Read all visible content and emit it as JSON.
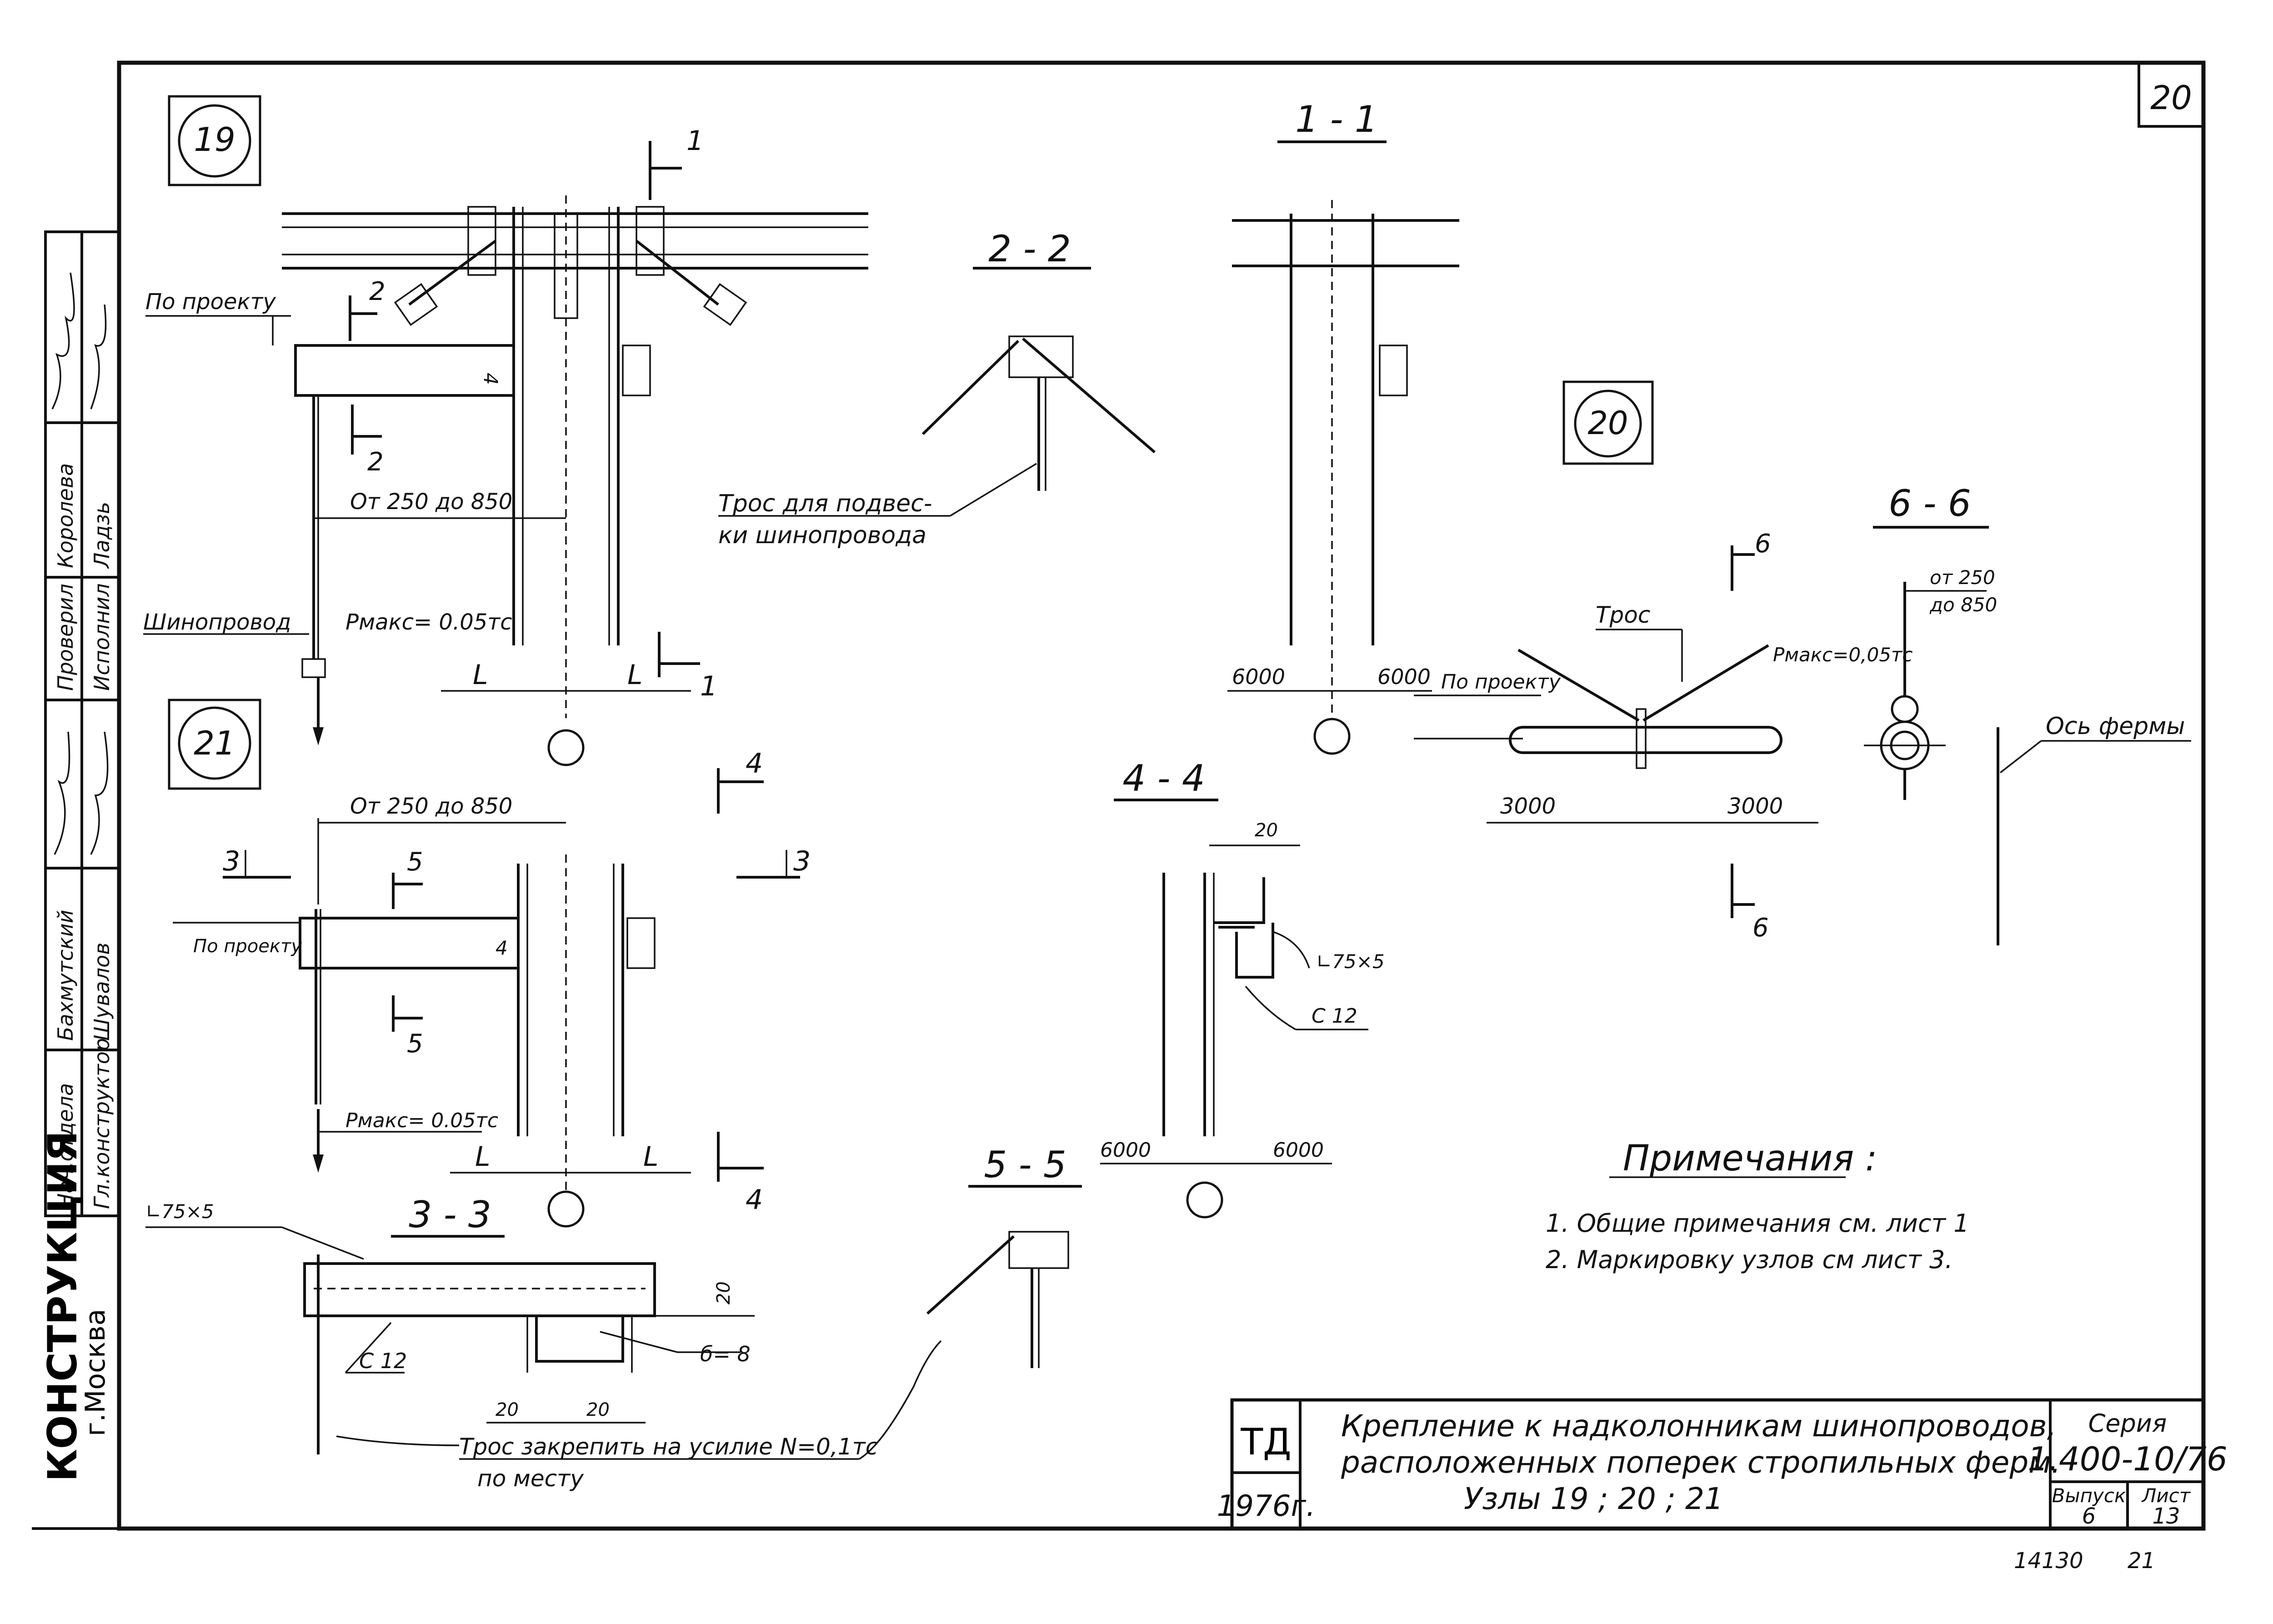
{
  "sheet": {
    "number": "20",
    "bottom_marks": [
      "14130",
      "21"
    ]
  },
  "side_stamp": {
    "org": "КОНСТРУКЦИЯ",
    "city": "г.Москва",
    "rows": [
      {
        "role": "Нач.отдела",
        "name": "Бахмутский"
      },
      {
        "role": "Гл.конструктор",
        "name": "Шувалов"
      },
      {
        "role": "Проверил",
        "name": "Королева"
      },
      {
        "role": "Исполнил",
        "name": "Ладзь"
      }
    ]
  },
  "nodes": {
    "n19": "19",
    "n20": "20",
    "n21": "21"
  },
  "sections": {
    "s1": "1 - 1",
    "s2": "2 - 2",
    "s3": "3 - 3",
    "s4": "4 - 4",
    "s5": "5 - 5",
    "s6": "6 - 6"
  },
  "cut_marks": {
    "c1": "1",
    "c2": "2",
    "c3": "3",
    "c4": "4",
    "c5": "5",
    "c6": "6"
  },
  "labels": {
    "po_proektu": "По проекту",
    "ot_250_do_850": "От 250 до 850",
    "shinoprovod": "Шинопровод",
    "p_max": "Pмакс= 0.05тс",
    "p_max_20": "Pмакс=0,05тс",
    "L": "L",
    "tros_podves_1": "Трос  для подвес-",
    "tros_podves_2": "ки шинопровода",
    "tros": "Трос",
    "dim_6000": "6000",
    "dim_3000": "3000",
    "os_fermy": "Ось фермы",
    "ot_250_a": "от 250",
    "ot_250_b": "до 850",
    "angle": "∟75×5",
    "channel": "С 12",
    "dim_20": "20",
    "b8": "б= 8",
    "tros_zakrepit": "Трос  закрепить  на  усилие  N=0,1тс",
    "po_mestu": "по месту",
    "weld_4": "4"
  },
  "notes": {
    "title": "Примечания :",
    "items": [
      "1. Общие  примечания  см. лист 1",
      "2. Маркировку  узлов  см  лист 3."
    ]
  },
  "title_block": {
    "org_code": "ТД",
    "year": "1976г.",
    "title_line1": "Крепление к надколонникам шинопроводов,",
    "title_line2": "расположенных поперек стропильных ферм.",
    "title_line3": "Узлы  19 ;  20 ;  21",
    "series_label": "Серия",
    "series_value": "1.400-10/76",
    "issue_label": "Выпуск",
    "issue_value": "6",
    "sheet_label": "Лист",
    "sheet_value": "13"
  }
}
